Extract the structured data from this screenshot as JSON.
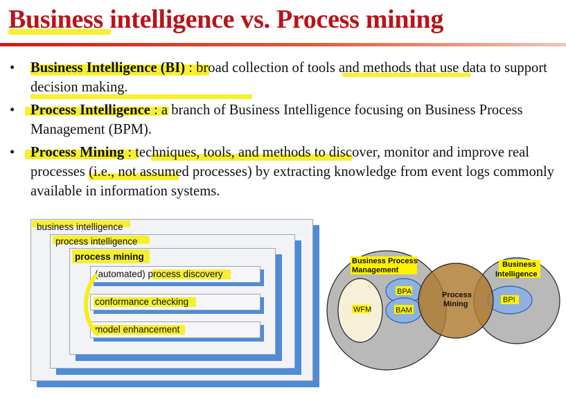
{
  "slide": {
    "title": "Business intelligence vs. Process mining"
  },
  "bullets": [
    {
      "term": "Business Intelligence (BI)",
      "rest_a": " : broad collection of ",
      "rest_b": "tools and methods",
      "rest_c": " that use data to support decision making."
    },
    {
      "term": "Process Intelligence",
      "rest_a": " : a branch of Business Intelligence focusing on Business Process Management (BPM).",
      "rest_b": "",
      "rest_c": ""
    },
    {
      "term": "Process Mining",
      "rest_a": " : techniques, tools, and methods to discover, monitor and improve ",
      "rest_b": "real processes",
      "rest_c": " (i.e., not assumed processes) by extracting knowledge from event logs commonly available in information systems."
    }
  ],
  "nested_diagram": {
    "level1": "business intelligence",
    "level2": "process intelligence",
    "level3": "process mining",
    "items": [
      "(automated) process discovery",
      "conformance checking",
      "model enhancement"
    ]
  },
  "venn": {
    "bpm": "Business Process Management",
    "bpm_line1": "Business Process",
    "bpm_line2": "Management",
    "bi_line1": "Business",
    "bi_line2": "Intelligence",
    "pm_line1": "Process",
    "pm_line2": "Mining",
    "wfm": "WFM",
    "bpa": "BPA",
    "bam": "BAM",
    "bpi": "BPI"
  },
  "colors": {
    "title": "#b8141a",
    "highlight": "#fff200",
    "shadow_blue": "#4f8bd6",
    "venn_gray": "#b9b9b9",
    "venn_pm": "#b07a2e"
  }
}
